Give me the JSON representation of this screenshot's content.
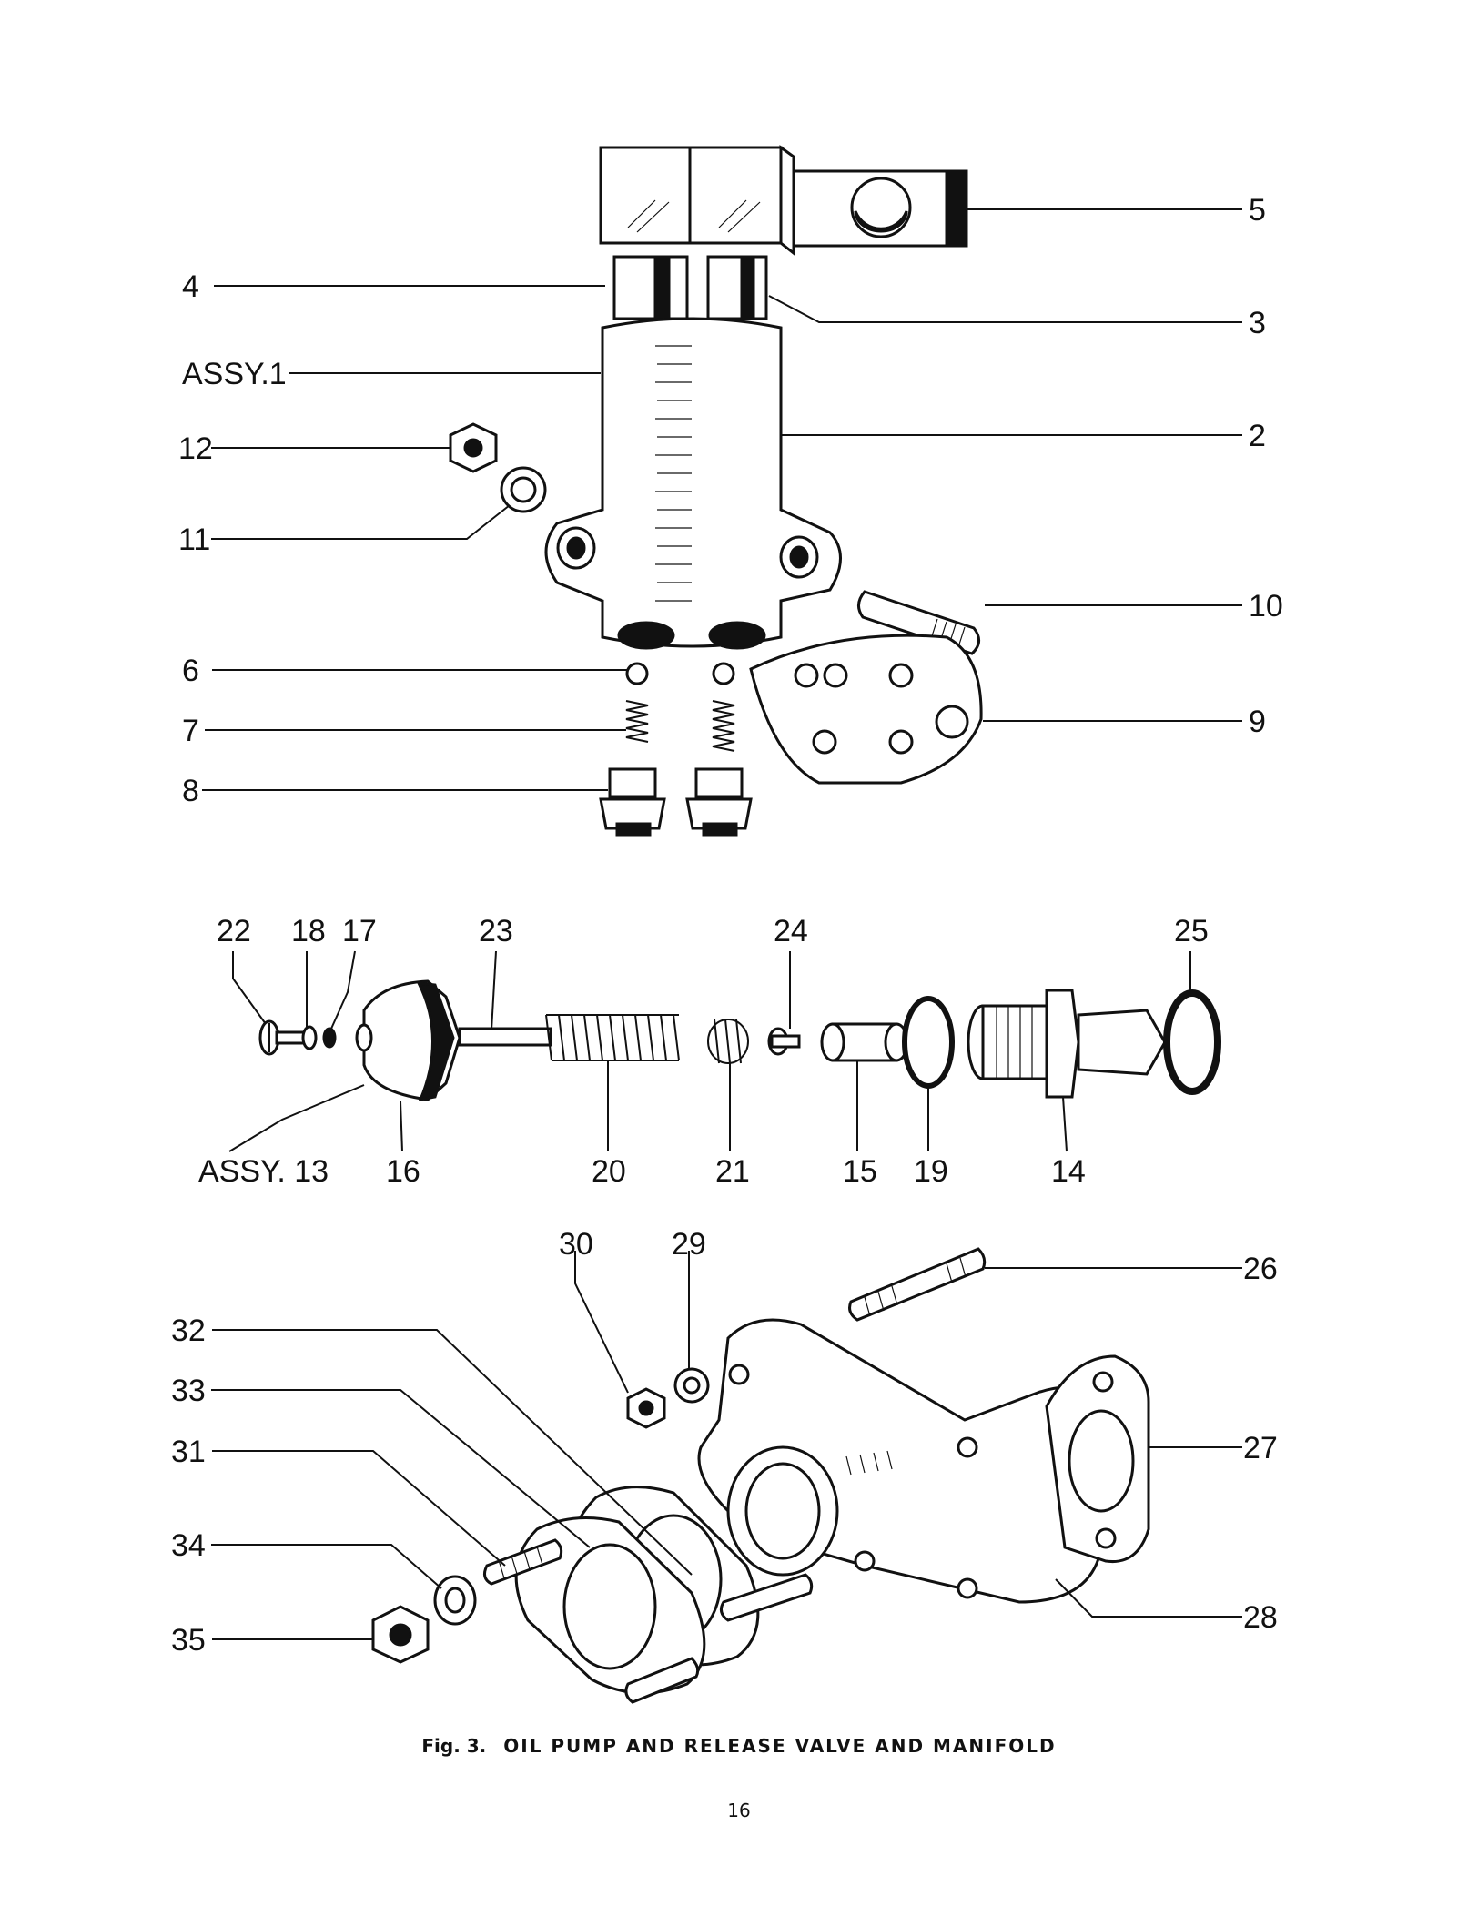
{
  "figure": {
    "caption_fig": "Fig. 3.",
    "caption_title": "OIL PUMP AND RELEASE VALVE AND MANIFOLD",
    "page_number": "16"
  },
  "labels": {
    "l2": "2",
    "l3": "3",
    "l4": "4",
    "l5": "5",
    "l6": "6",
    "l7": "7",
    "l8": "8",
    "l9": "9",
    "l10": "10",
    "l11": "11",
    "l12": "12",
    "assy1": "ASSY.1",
    "l14": "14",
    "l15": "15",
    "l16": "16",
    "l17": "17",
    "l18": "18",
    "l19": "19",
    "l20": "20",
    "l21": "21",
    "l22": "22",
    "l23": "23",
    "l24": "24",
    "l25": "25",
    "assy13": "ASSY. 13",
    "l26": "26",
    "l27": "27",
    "l28": "28",
    "l29": "29",
    "l30": "30",
    "l31": "31",
    "l32": "32",
    "l33": "33",
    "l34": "34",
    "l35": "35"
  }
}
